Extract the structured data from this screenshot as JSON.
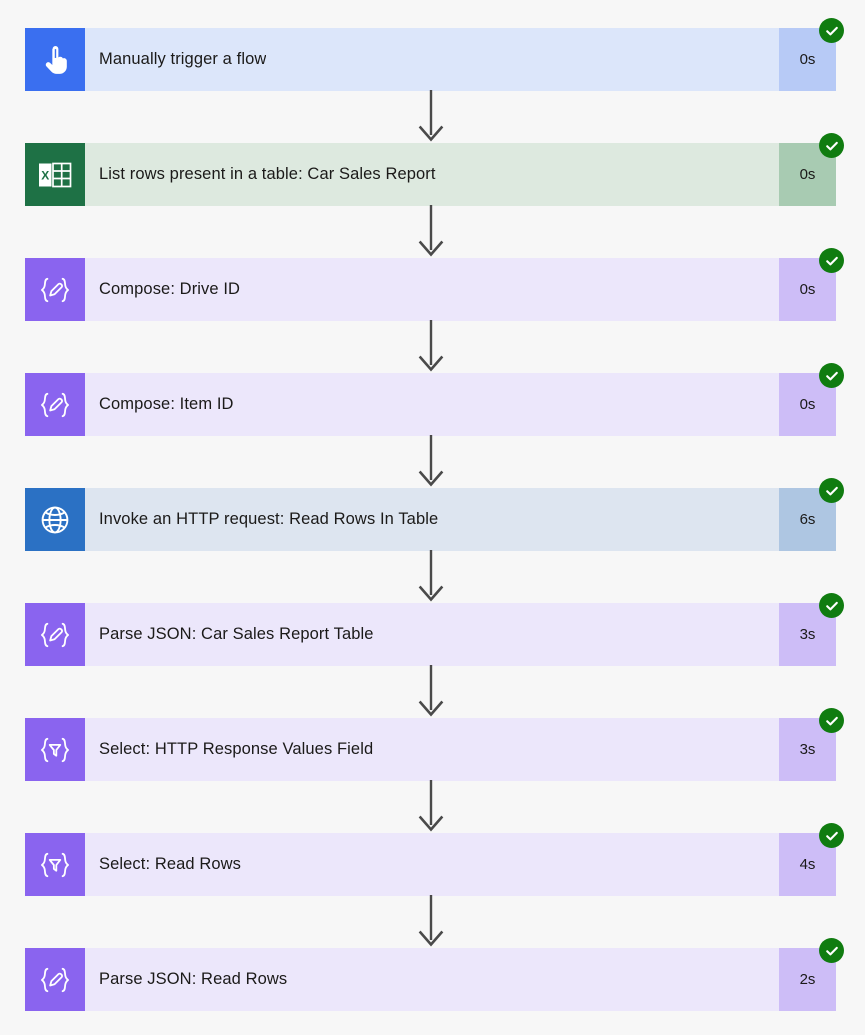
{
  "flow": {
    "background_color": "#f7f7f7",
    "status_icon": "check-circle-icon",
    "connector_icon": "arrow-down-icon",
    "steps": [
      {
        "title": "Manually trigger a flow",
        "duration": "0s",
        "icon": "touch-trigger-icon",
        "theme": "trigger",
        "status": "succeeded"
      },
      {
        "title": "List rows present in a table: Car Sales Report",
        "duration": "0s",
        "icon": "excel-table-icon",
        "theme": "excel",
        "status": "succeeded"
      },
      {
        "title": "Compose: Drive ID",
        "duration": "0s",
        "icon": "compose-braces-pencil-icon",
        "theme": "data",
        "status": "succeeded"
      },
      {
        "title": "Compose: Item ID",
        "duration": "0s",
        "icon": "compose-braces-pencil-icon",
        "theme": "data",
        "status": "succeeded"
      },
      {
        "title": "Invoke an HTTP request: Read Rows In Table",
        "duration": "6s",
        "icon": "globe-icon",
        "theme": "http",
        "status": "succeeded"
      },
      {
        "title": "Parse JSON: Car Sales Report Table",
        "duration": "3s",
        "icon": "compose-braces-pencil-icon",
        "theme": "data",
        "status": "succeeded"
      },
      {
        "title": "Select: HTTP Response Values Field",
        "duration": "3s",
        "icon": "select-braces-funnel-icon",
        "theme": "data",
        "status": "succeeded"
      },
      {
        "title": "Select: Read Rows",
        "duration": "4s",
        "icon": "select-braces-funnel-icon",
        "theme": "data",
        "status": "succeeded"
      },
      {
        "title": "Parse JSON: Read Rows",
        "duration": "2s",
        "icon": "compose-braces-pencil-icon",
        "theme": "data",
        "status": "succeeded"
      }
    ]
  }
}
